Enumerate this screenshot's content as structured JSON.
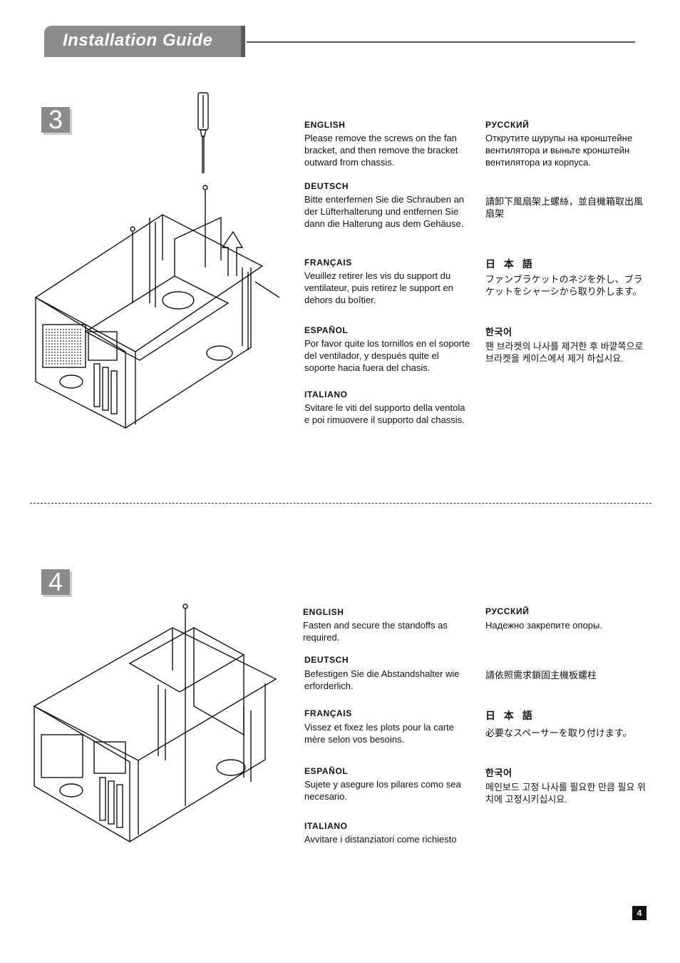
{
  "header": {
    "title": "Installation Guide"
  },
  "steps": [
    {
      "number": "3",
      "instructions": {
        "english": {
          "heading": "ENGLISH",
          "text": "Please remove the screws on the fan bracket, and then remove the bracket outward from chassis."
        },
        "deutsch": {
          "heading": "DEUTSCH",
          "text": "Bitte enterfernen Sie die Schrauben an der Lüfterhalterung und entfernen Sie dann die Halterung aus dem Gehäuse."
        },
        "francais": {
          "heading": "FRANÇAIS",
          "text": "Veuillez retirer les vis du support du ventilateur, puis retirez le support en dehors du boîtier."
        },
        "espanol": {
          "heading": "ESPAÑOL",
          "text": "Por favor quite los tornillos en el soporte del ventilador, y después quite el soporte hacia fuera del chasis."
        },
        "italiano": {
          "heading": "ITALIANO",
          "text": "Svitare le viti del supporto della ventola e poi rimuovere il supporto dal chassis."
        },
        "russian": {
          "heading": "РУССКИЙ",
          "text": "Открутите шурупы на кронштейне вентилятора и выньте кронштейн вентилятора из корпуса."
        },
        "chinese": {
          "text": "請卸下風扇架上螺絲，並自機箱取出風扇架"
        },
        "japanese": {
          "heading": "日 本 語",
          "text": "ファンブラケットのネジを外し、ブラケットをシャーシから取り外します。"
        },
        "korean": {
          "heading": "한국어",
          "text": "팬 브라켓의 나사를 제거한 후 바깥쪽으로 브라켓을 케이스에서 제거 하십시요."
        }
      }
    },
    {
      "number": "4",
      "instructions": {
        "english": {
          "heading": "ENGLISH",
          "text": "Fasten and secure the standoffs as required."
        },
        "deutsch": {
          "heading": "DEUTSCH",
          "text": "Befestigen Sie die Abstandshalter wie erforderlich."
        },
        "francais": {
          "heading": "FRANÇAIS",
          "text": "Vissez et fixez les plots pour la carte mère selon vos besoins."
        },
        "espanol": {
          "heading": "ESPAÑOL",
          "text": "Sujete y asegure los pilares como sea necesario."
        },
        "italiano": {
          "heading": "ITALIANO",
          "text": "Avvitare i distanziatori come richiesto"
        },
        "russian": {
          "heading": "РУССКИЙ",
          "text": "Надежно закрепите опоры."
        },
        "chinese": {
          "text": "請依照需求鎖固主機板螺柱"
        },
        "japanese": {
          "heading": "日 本 語",
          "text": "必要なスペーサーを取り付けます。"
        },
        "korean": {
          "heading": "한국어",
          "text": "메인보드 고정 나사를 필요한 만큼 필요 위치에 고정시키십시요."
        }
      }
    }
  ],
  "page_number": "4"
}
